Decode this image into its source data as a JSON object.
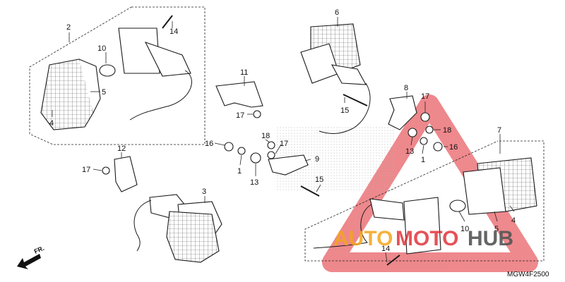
{
  "diagram_code": "MGW4F2500",
  "direction_label": "FR.",
  "watermark": {
    "word_a": "AUTO",
    "word_b": "MOTO",
    "word_c": "HUB",
    "color_a": "#f4a51c",
    "color_b": "#e0282f",
    "color_c": "#555555"
  },
  "brand_watermark_color": "#e0282f",
  "callouts": {
    "c2": "2",
    "c14a": "14",
    "c10a": "10",
    "c5a": "5",
    "c4a": "4",
    "c6": "6",
    "c11": "11",
    "c17a": "17",
    "c15a": "15",
    "c8": "8",
    "c17b": "17",
    "c18a": "18",
    "c13a": "13",
    "c1a": "1",
    "c16a": "16",
    "c7": "7",
    "c16b": "16",
    "c18b": "18",
    "c17c": "17",
    "c1b": "1",
    "c13b": "13",
    "c9": "9",
    "c12": "12",
    "c17d": "17",
    "c15b": "15",
    "c3": "3",
    "c10b": "10",
    "c5b": "5",
    "c4b": "4",
    "c14b": "14"
  }
}
